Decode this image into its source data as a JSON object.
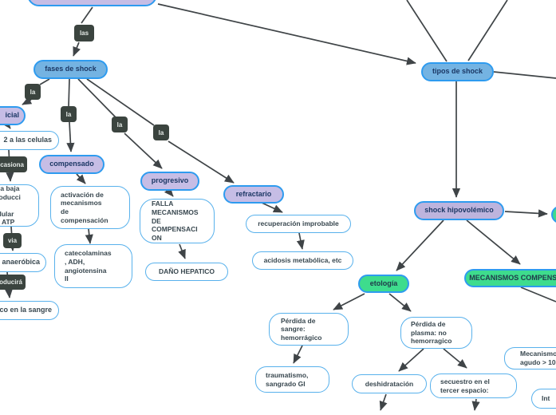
{
  "colors": {
    "node_blue_fill": "#74b3e2",
    "node_purple_fill": "#c6bde5",
    "node_green_fill": "#3edc8d",
    "colored_node_border": "#2e9bef",
    "white_node_border": "#58b1ec",
    "edge_label_box": "#3b443f",
    "edge_line": "#3f4447"
  },
  "nodes": {
    "fases_de_shock": {
      "label": "fases de shock"
    },
    "tipos_de_shock": {
      "label": "tipos de shock"
    },
    "inicial": {
      "label": "icial"
    },
    "falta_oxigeno": {
      "label": "2 a las celulas"
    },
    "baja_atp": {
      "label": "una baja\nproducci\non\ncelular\nde ATP"
    },
    "anaerobica": {
      "label": "anaeróbica"
    },
    "acido_sangre": {
      "label": "co en la sangre"
    },
    "compensado": {
      "label": "compensado"
    },
    "activacion": {
      "label": "activación de\nmecanismos\nde\ncompensación"
    },
    "catecolaminas": {
      "label": "catecolaminas\n, ADH,\nangiotensina\nII"
    },
    "progresivo": {
      "label": "progresivo"
    },
    "falla_mecanismos": {
      "label": "FALLA\nMECANISMOS\nDE\nCOMPENSACI\nON"
    },
    "dano_hepatico": {
      "label": "DAÑO HEPATICO"
    },
    "refractario": {
      "label": "refractario"
    },
    "recuperacion": {
      "label": "recuperación improbable"
    },
    "acidosis": {
      "label": "acidosis metabólica, etc"
    },
    "shock_hipovolemico": {
      "label": "shock hipovolémico"
    },
    "etologia": {
      "label": "etología"
    },
    "mecanismos_compensa": {
      "label": "MECANISMOS COMPENSA"
    },
    "perdida_sangre": {
      "label": "Pérdida de\nsangre:\nhemorrágico"
    },
    "traumatismo": {
      "label": "traumatismo,\nsangrado GI"
    },
    "perdida_plasma": {
      "label": "Pérdida de\nplasma: no\nhemorragico"
    },
    "deshidratacion": {
      "label": "deshidratación"
    },
    "secuestro": {
      "label": "secuestro en el\ntercer espacio:"
    },
    "mecanismo_agudo": {
      "label": "Mecanismo\nagudo > 10"
    },
    "interno": {
      "label": "Int"
    }
  },
  "edge_labels": {
    "las": {
      "label": "las"
    },
    "la_1": {
      "label": "la"
    },
    "la_2": {
      "label": "la"
    },
    "la_3": {
      "label": "la"
    },
    "la_4": {
      "label": "la"
    },
    "ocasiona": {
      "label": "ocasiona"
    },
    "via": {
      "label": "via"
    },
    "producira": {
      "label": "producirá"
    }
  }
}
